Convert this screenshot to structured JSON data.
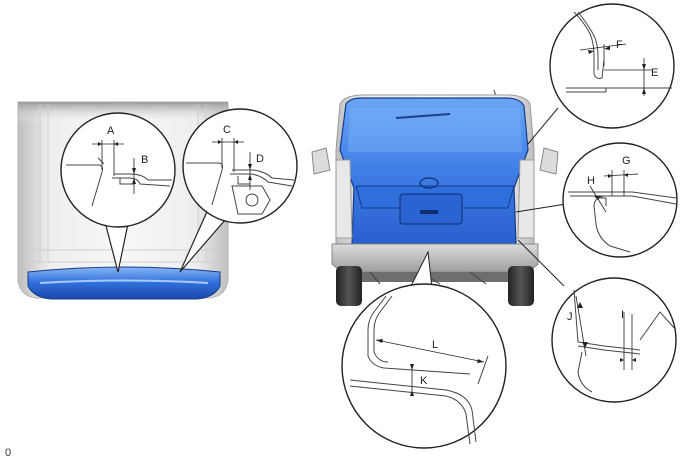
{
  "figure_code": "0",
  "callouts": {
    "a": "A",
    "b": "B",
    "c": "C",
    "d": "D",
    "e": "E",
    "f": "F",
    "g": "G",
    "h": "H",
    "i": "I",
    "j": "J",
    "k": "K",
    "l": "L"
  },
  "colors": {
    "panel_blue": "#3f7fe6",
    "panel_blue_light": "#7fb0f5",
    "panel_blue_dark": "#1f4fb8",
    "body_gray": "#d9d9d9",
    "body_gray_dark": "#a8a8a8",
    "line": "#333333"
  }
}
